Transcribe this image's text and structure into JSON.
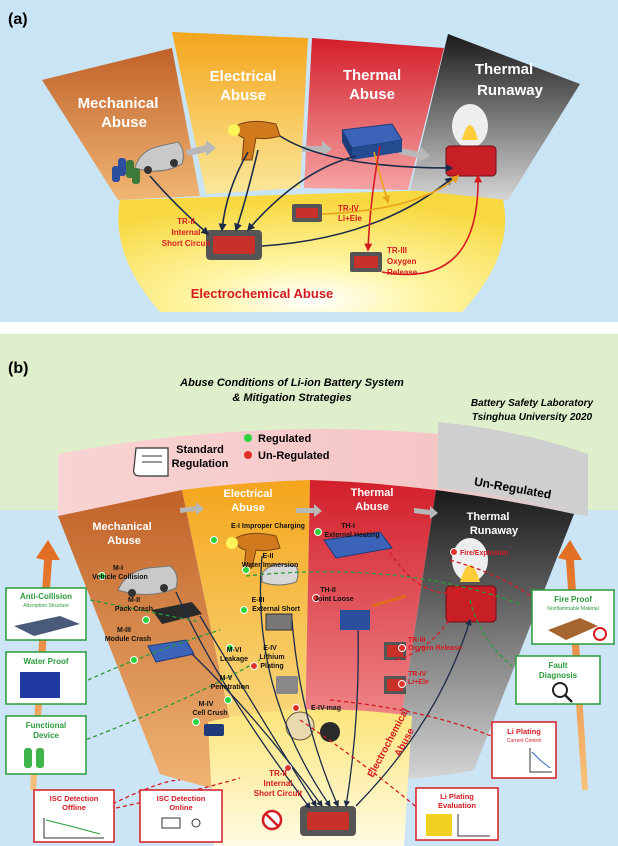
{
  "panel_a": {
    "tag": "(a)",
    "mechanical": [
      "Mechanical",
      "Abuse"
    ],
    "electrical": [
      "Electrical",
      "Abuse"
    ],
    "thermal": [
      "Thermal",
      "Abuse"
    ],
    "runaway": [
      "Thermal",
      "Runaway"
    ],
    "electrochemical": "Electrochemical Abuse",
    "tr2": [
      "TR-II",
      "Internal",
      "Short Circuit"
    ],
    "tr3": [
      "TR-III",
      "Oxygen",
      "Release"
    ],
    "tr4": [
      "TR-IV",
      "Li+Ele"
    ]
  },
  "panel_b": {
    "tag": "(b)",
    "title": [
      "Abuse Conditions of Li-ion Battery System",
      "& Mitigation Strategies"
    ],
    "lab": [
      "Battery Safety Laboratory",
      "Tsinghua University 2020"
    ],
    "standard": [
      "Standard",
      "Regulation"
    ],
    "regulated": "Regulated",
    "unregulated": "Un-Regulated",
    "unregulated_band": "Un-Regulated",
    "mechanical": [
      "Mechanical",
      "Abuse"
    ],
    "electrical": [
      "Electrical",
      "Abuse"
    ],
    "thermal": [
      "Thermal",
      "Abuse"
    ],
    "runaway": [
      "Thermal",
      "Runaway"
    ],
    "electrochemical": [
      "Electrochemical",
      "Abuse"
    ],
    "m1": [
      "M-I",
      "Vehicle Collision"
    ],
    "m2": [
      "M-II",
      "Pack Crash"
    ],
    "m3": [
      "M-III",
      "Module Crash"
    ],
    "m4": [
      "M-IV",
      "Cell Crush"
    ],
    "m5": [
      "M-V",
      "Penetration"
    ],
    "m6": [
      "M-VI",
      "Leakage"
    ],
    "e1": "E-I Improper Charging",
    "e2": [
      "E-II",
      "Water Immersion"
    ],
    "e3": [
      "E-III",
      "External Short"
    ],
    "e4": [
      "E-IV",
      "Lithium",
      "Plating"
    ],
    "e4mag": "E-IV-mag",
    "th1": [
      "TH-I",
      "External Heating"
    ],
    "th2": [
      "TH-II",
      "Joint Loose"
    ],
    "tr2": [
      "TR-II",
      "Internal",
      "Short Circuit"
    ],
    "tr3": [
      "TR-III",
      "Oxygen Release"
    ],
    "tr4": [
      "TR-IV",
      "Li+Ele"
    ],
    "tr5": "Fire/Explosion",
    "boxes": {
      "anticollision": [
        "Anti-Collision",
        "Adsorption Structure"
      ],
      "waterproof": "Water Proof",
      "functional": [
        "Functional",
        "Device"
      ],
      "isc_offline": [
        "ISC Detection",
        "Offline"
      ],
      "isc_online": [
        "ISC Detection",
        "Online"
      ],
      "fireproof": [
        "Fire Proof",
        "Nonflammable Material"
      ],
      "fault": [
        "Fault",
        "Diagnosis"
      ],
      "liplating_cc": [
        "Li Plating",
        "Current Control"
      ],
      "liplating_eval": [
        "Li Plating",
        "Evaluation"
      ]
    }
  }
}
